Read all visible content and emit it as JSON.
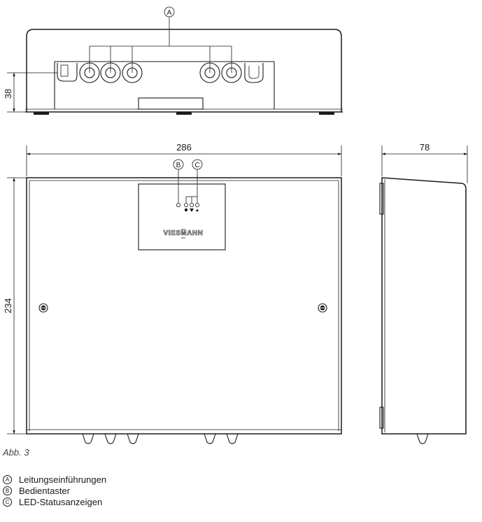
{
  "figure": {
    "caption": "Abb. 3",
    "callouts": {
      "A": "A",
      "B": "B",
      "C": "C"
    },
    "dimensions": {
      "top_view_height": "38",
      "front_width": "286",
      "front_height": "234",
      "side_depth": "78"
    },
    "brand_logo": "VIESMANN"
  },
  "legend": [
    {
      "key": "A",
      "text": "Leitungseinführungen"
    },
    {
      "key": "B",
      "text": "Bedientaster"
    },
    {
      "key": "C",
      "text": "LED-Statusanzeigen"
    }
  ]
}
